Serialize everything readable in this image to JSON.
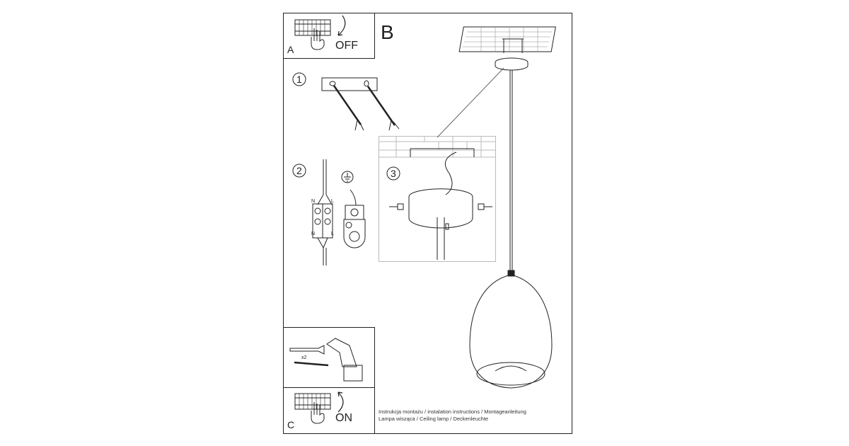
{
  "panels": {
    "a": {
      "letter": "A",
      "action": "OFF"
    },
    "b": {
      "letter": "B"
    },
    "c": {
      "letter": "C",
      "action": "ON"
    }
  },
  "steps": {
    "one": "1",
    "two": "2",
    "three": "3"
  },
  "wiring": {
    "n_top": "N",
    "l_top": "L",
    "n_bottom": "N",
    "l_bottom": "L"
  },
  "tools": {
    "quantity": "x2"
  },
  "footer": {
    "line1": "Instrukcja montażu / instalation instructions / Montageanleitung",
    "line2": "Lampa wisząca / Ceiling lamp  / Deckenleuchte"
  }
}
